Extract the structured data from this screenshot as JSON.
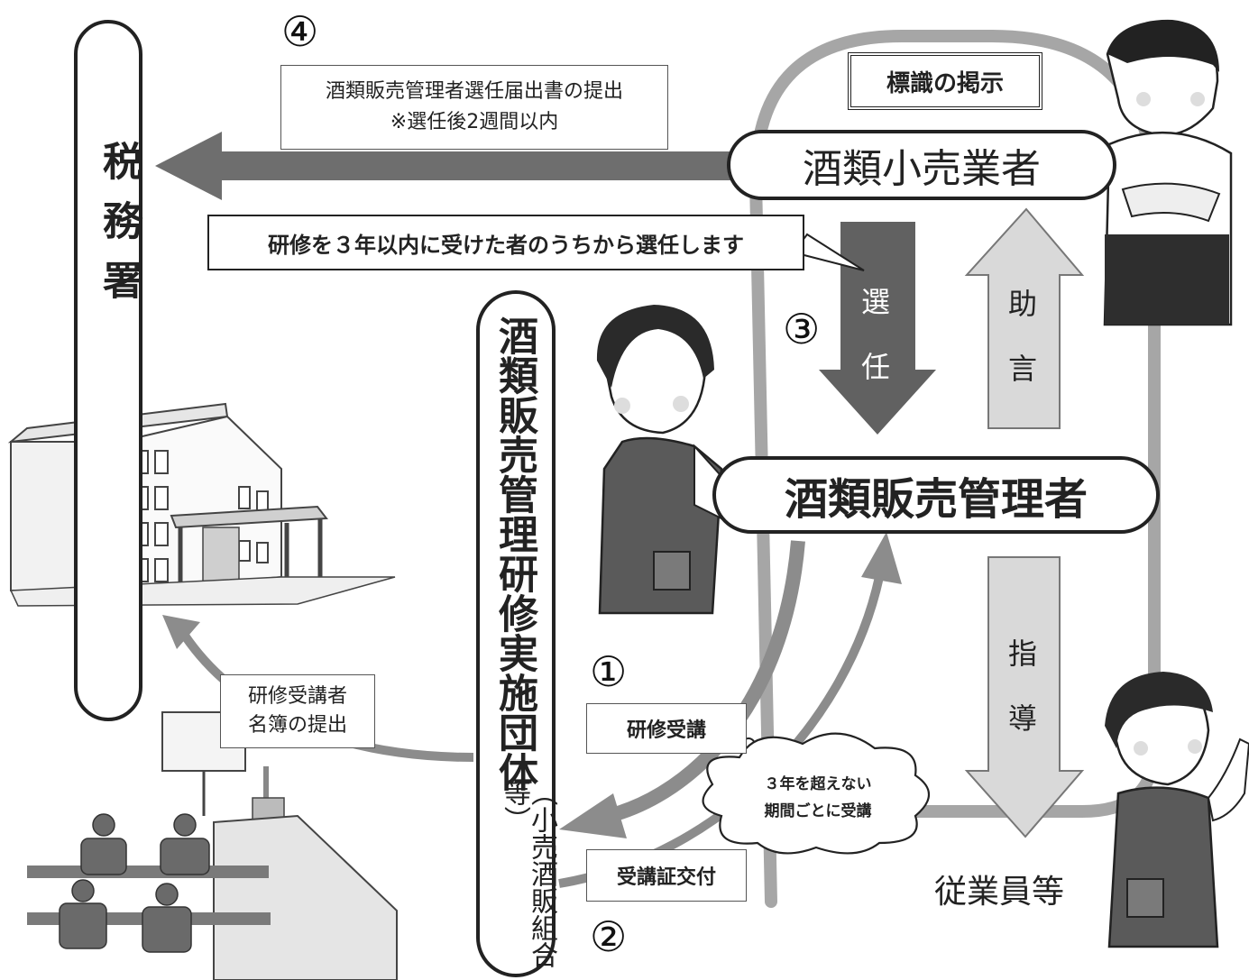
{
  "tax_office": {
    "label": "税務署",
    "chars": [
      "税",
      "務",
      "署"
    ]
  },
  "steps": {
    "step1": "①",
    "step2": "②",
    "step3": "③",
    "step4": "④"
  },
  "notice": {
    "line1": "酒類販売管理者選任届出書の提出",
    "line2": "※選任後2週間以内"
  },
  "sign_display": "標識の掲示",
  "retailer": "酒類小売業者",
  "selection_note": "研修を３年以内に受けた者のうちから選任します",
  "selection_arrow": {
    "c1": "選",
    "c2": "任"
  },
  "advice_arrow": {
    "c1": "助",
    "c2": "言"
  },
  "guidance_arrow": {
    "c1": "指",
    "c2": "導"
  },
  "manager": "酒類販売管理者",
  "training_org": {
    "main": "酒類販売管理研修実施団体",
    "sub": "（小売酒販組合等）"
  },
  "roster_note": {
    "line1": "研修受講者",
    "line2": "名簿の提出"
  },
  "training_attend": "研修受講",
  "cloud": {
    "line1": "３年を超えない",
    "line2": "期間ごとに受講"
  },
  "certificate": "受講証交付",
  "employees": "従業員等",
  "colors": {
    "arrow_dark": "#6e6e6e",
    "arrow_select": "#616161",
    "arrow_light": "#d9d9d9",
    "loop_line": "#a6a6a6"
  }
}
